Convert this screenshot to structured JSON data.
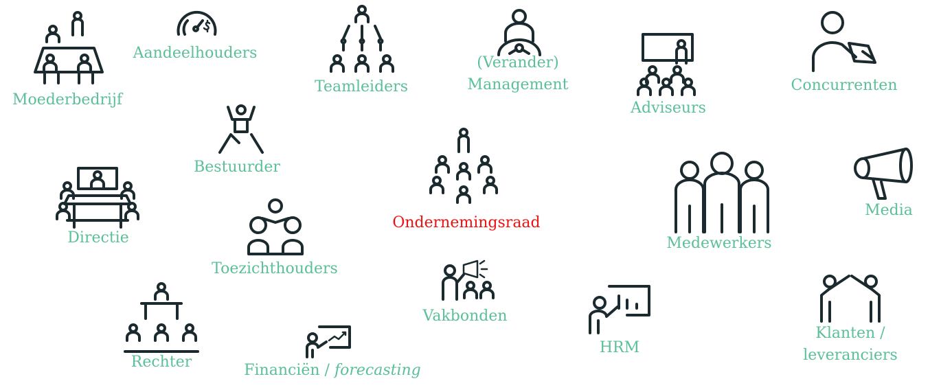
{
  "title": "Stakeholders",
  "colors": {
    "label": "#5bbf98",
    "highlight": "#ee1111",
    "icon": "#1b2a2e"
  },
  "stakeholders": {
    "moederbedrijf": {
      "label": "Moederbedrijf",
      "icon": "meeting-table-icon"
    },
    "aandeelhouders": {
      "label": "Aandeelhouders",
      "icon": "dollar-gauge-icon"
    },
    "teamleiders": {
      "label": "Teamleiders",
      "icon": "hierarchy-icon"
    },
    "management": {
      "line1": "(Verander)",
      "line2": "Management",
      "icon": "steering-wheel-person-icon"
    },
    "adviseurs": {
      "label": "Adviseurs",
      "icon": "presenter-audience-icon"
    },
    "concurrenten": {
      "label": "Concurrenten",
      "icon": "person-clipboard-icon"
    },
    "bestuurder": {
      "label": "Bestuurder",
      "icon": "person-summit-icon"
    },
    "directie": {
      "label": "Directie",
      "icon": "boardroom-icon"
    },
    "ondernemingsraad": {
      "label": "Ondernemingsraad",
      "icon": "council-group-icon"
    },
    "medewerkers": {
      "label": "Medewerkers",
      "icon": "employees-icon"
    },
    "media": {
      "label": "Media",
      "icon": "megaphone-icon"
    },
    "toezichthouders": {
      "label": "Toezichthouders",
      "icon": "supervisors-icon"
    },
    "vakbonden": {
      "label": "Vakbonden",
      "icon": "union-megaphone-icon"
    },
    "hrm": {
      "label": "HRM",
      "icon": "presenter-chart-icon"
    },
    "klanten": {
      "line1": "Klanten /",
      "line2": "leveranciers",
      "icon": "high-five-icon"
    },
    "rechter": {
      "label": "Rechter",
      "icon": "judge-podium-icon"
    },
    "financien": {
      "label": "Financiën / ",
      "label_italic": "forecasting",
      "icon": "forecast-board-icon"
    }
  }
}
